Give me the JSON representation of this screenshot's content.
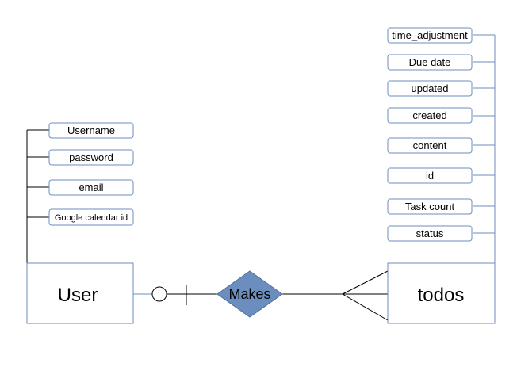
{
  "entities": {
    "user": {
      "label": "User"
    },
    "todos": {
      "label": "todos"
    }
  },
  "relationship": {
    "label": "Makes",
    "fill": "#6c8ebf"
  },
  "user_attributes": [
    "Username",
    "password",
    "email",
    "Google calendar id"
  ],
  "todos_attributes": [
    "time_adjustment",
    "Due date",
    "updated",
    "created",
    "content",
    "id",
    "Task count",
    "status"
  ],
  "colors": {
    "stroke": "#6c8ebf",
    "line": "#000000",
    "diamond": "#6c8ebf"
  }
}
